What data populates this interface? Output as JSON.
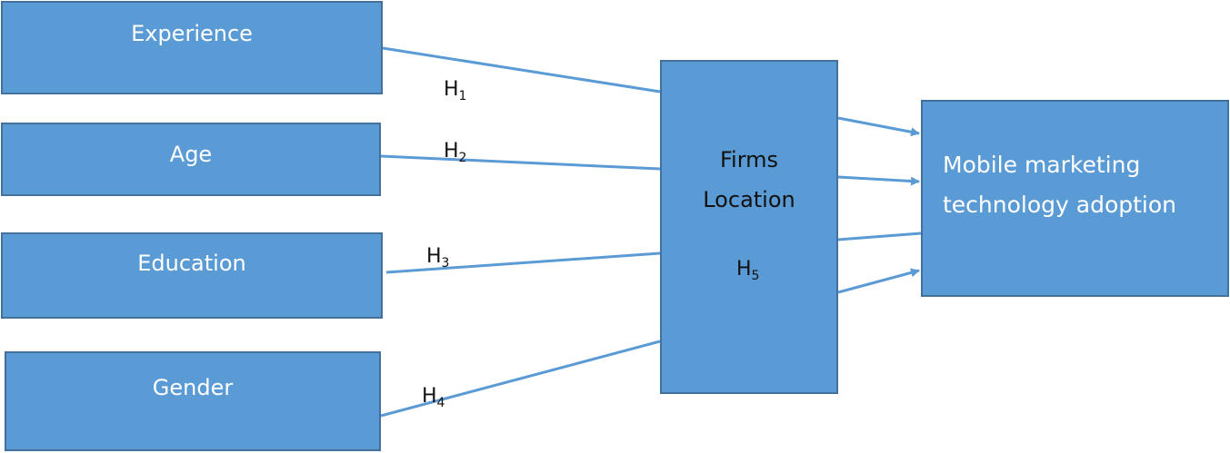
{
  "nodes": {
    "experience": "Experience",
    "age": "Age",
    "education": "Education",
    "gender": "Gender",
    "firms_line1": "Firms",
    "firms_line2": "Location",
    "mobile_line1": "Mobile marketing",
    "mobile_line2": "technology adoption"
  },
  "hypotheses": {
    "h1": {
      "base": "H",
      "sub": "1"
    },
    "h2": {
      "base": "H",
      "sub": "2"
    },
    "h3": {
      "base": "H",
      "sub": "3"
    },
    "h4": {
      "base": "H",
      "sub": "4"
    },
    "h5": {
      "base": "H",
      "sub": "5"
    }
  },
  "colors": {
    "box_fill": "#5b9bd5",
    "box_border": "#41719c",
    "connector": "#5b9bd5"
  }
}
